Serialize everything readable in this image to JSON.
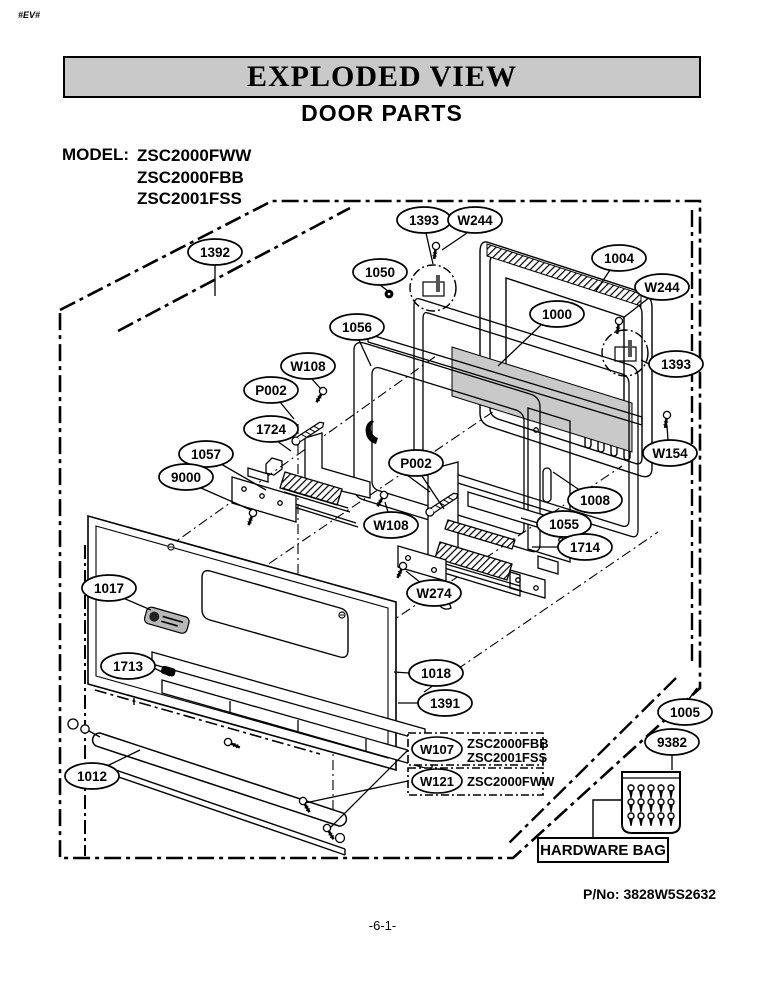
{
  "page": {
    "corner_marker": "#EV#",
    "page_number": "-6-1-",
    "part_no": "P/No: 3828W5S2632"
  },
  "header": {
    "title": "EXPLODED VIEW",
    "subtitle": "DOOR PARTS",
    "model_label": "MODEL:",
    "models": [
      "ZSC2000FWW",
      "ZSC2000FBB",
      "ZSC2001FSS"
    ]
  },
  "diagram": {
    "callouts": [
      {
        "label": "1392"
      },
      {
        "label": "1393"
      },
      {
        "label": "W244"
      },
      {
        "label": "1050"
      },
      {
        "label": "1004"
      },
      {
        "label": "W244"
      },
      {
        "label": "1000"
      },
      {
        "label": "1056"
      },
      {
        "label": "1393"
      },
      {
        "label": "W108"
      },
      {
        "label": "P002"
      },
      {
        "label": "1724"
      },
      {
        "label": "1057"
      },
      {
        "label": "9000"
      },
      {
        "label": "W154"
      },
      {
        "label": "P002"
      },
      {
        "label": "1008"
      },
      {
        "label": "W108"
      },
      {
        "label": "1055"
      },
      {
        "label": "1714"
      },
      {
        "label": "1017"
      },
      {
        "label": "W274"
      },
      {
        "label": "1713"
      },
      {
        "label": "1018"
      },
      {
        "label": "1391"
      },
      {
        "label": "1005"
      },
      {
        "label": "9382"
      },
      {
        "label": "1012"
      }
    ],
    "variant_table": [
      {
        "callout": "W107",
        "models": [
          "ZSC2000FBB",
          "ZSC2001FSS"
        ]
      },
      {
        "callout": "W121",
        "models": [
          "ZSC2000FWW"
        ]
      }
    ],
    "hardware_bag_label": "HARDWARE BAG"
  },
  "colors": {
    "banner_gray": "#c9c9c9",
    "glass_gray": "#c9c9c9",
    "line": "#000000"
  }
}
